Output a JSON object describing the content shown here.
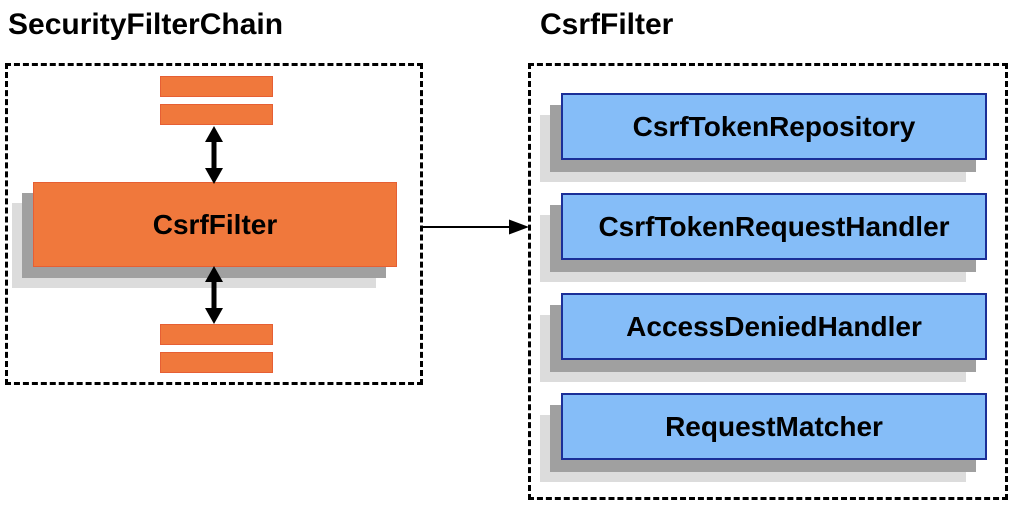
{
  "left_panel": {
    "title": "SecurityFilterChain",
    "csrf_filter_label": "CsrfFilter"
  },
  "right_panel": {
    "title": "CsrfFilter",
    "components": [
      "CsrfTokenRepository",
      "CsrfTokenRequestHandler",
      "AccessDeniedHandler",
      "RequestMatcher"
    ]
  },
  "colors": {
    "orange_fill": "#F0783C",
    "orange_border": "#E65F34",
    "blue_fill": "#85BDF8",
    "blue_border": "#1B2F98",
    "shadow_dark": "#A0A0A0",
    "shadow_light": "#DCDCDC",
    "arrow": "#000000",
    "dashed_border": "#000000"
  }
}
